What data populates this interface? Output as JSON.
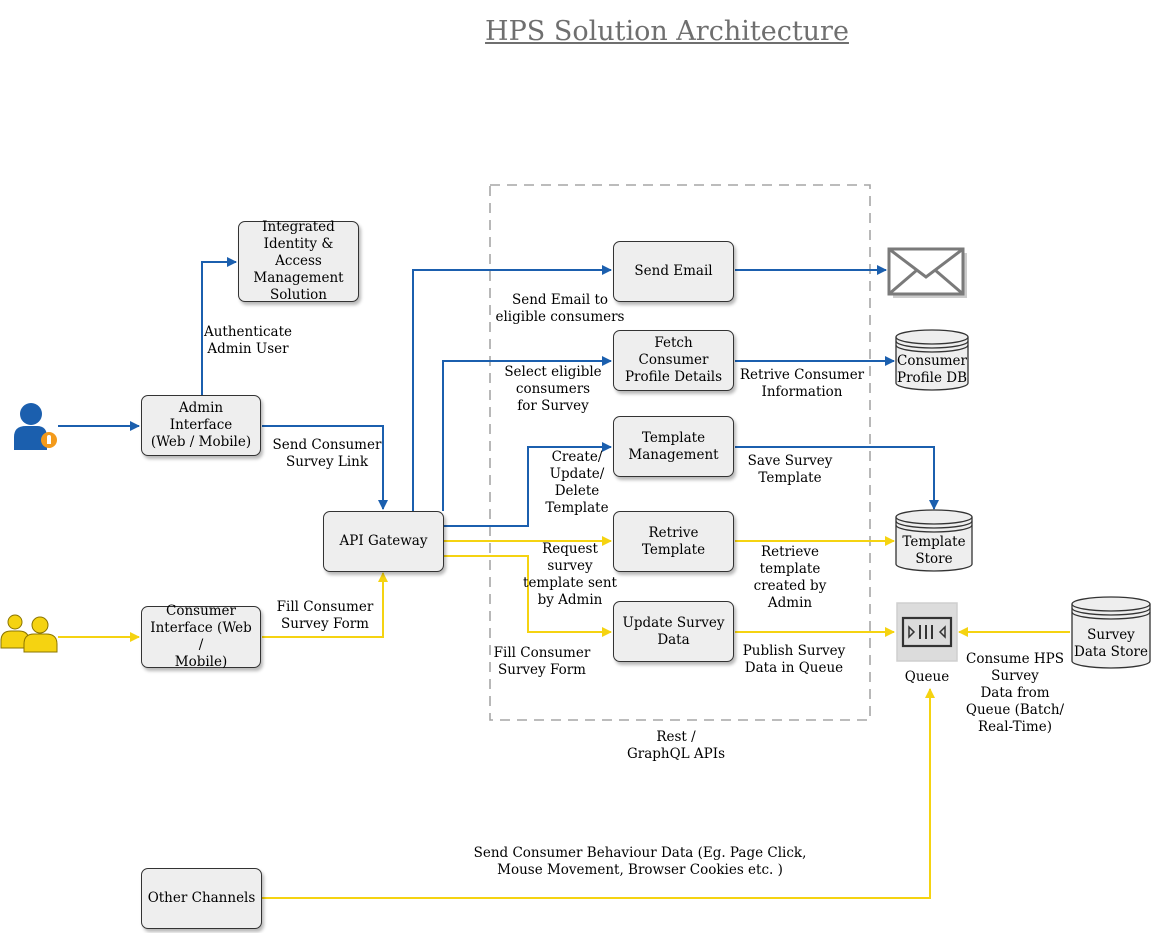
{
  "title": "HPS Solution Architecture",
  "colors": {
    "blue": "#1b5fae",
    "yellow": "#f5d311",
    "dash": "#a6a6a6",
    "node_fill": "#eeeeee"
  },
  "icons": {
    "admin": "admin-user-lock-icon",
    "consumers": "consumer-group-icon",
    "email": "envelope-icon",
    "queue": "queue-icon"
  },
  "nodes": {
    "iam": "Integrated\nIdentity & Access\nManagement\nSolution",
    "admin_interface": "Admin Interface\n(Web / Mobile)",
    "consumer_interface": "Consumer\nInterface (Web /\nMobile)",
    "api_gateway": "API Gateway",
    "send_email": "Send Email",
    "fetch_profile": "Fetch Consumer\nProfile Details",
    "template_mgmt": "Template\nManagement",
    "retrive_template": "Retrive Template",
    "update_survey": "Update Survey\nData",
    "other_channels": "Other Channels"
  },
  "stores": {
    "consumer_profile_db": "Consumer\nProfile DB",
    "template_store": "Template\nStore",
    "survey_data_store": "Survey\nData Store",
    "queue": "Queue"
  },
  "labels": {
    "authenticate": "Authenticate\nAdmin User",
    "send_link": "Send Consumer\nSurvey Link",
    "fill_form_left": "Fill Consumer\nSurvey Form",
    "send_email_to": "Send Email to\neligible consumers",
    "select_eligible": "Select eligible\nconsumers\nfor Survey",
    "crud_template": "Create/\nUpdate/\nDelete\nTemplate",
    "request_template": "Request\nsurvey\ntemplate sent\nby Admin",
    "fill_form_mid": "Fill Consumer\nSurvey Form",
    "retrive_info": "Retrive Consumer\nInformation",
    "save_template": "Save Survey\nTemplate",
    "retrieve_created": "Retrieve\ntemplate\ncreated by\nAdmin",
    "publish": "Publish Survey\nData in Queue",
    "consume": "Consume HPS\nSurvey\nData from\nQueue (Batch/\nReal-Time)",
    "rest": "Rest /\nGraphQL APIs",
    "behaviour": "Send Consumer Behaviour Data (Eg. Page Click,\nMouse Movement, Browser Cookies etc. )"
  }
}
